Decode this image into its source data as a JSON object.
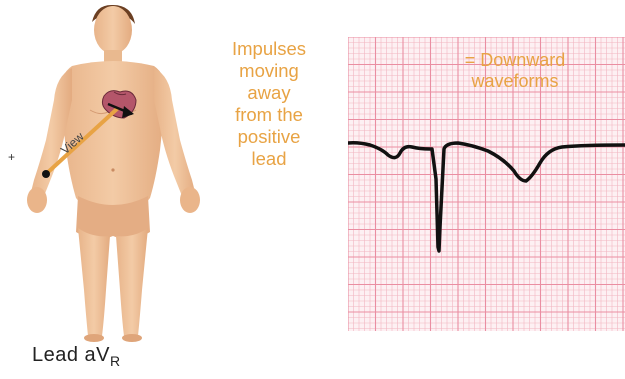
{
  "figure": {
    "arrow_label": "View",
    "positive_marker": "+",
    "lead_label_main": "Lead aV",
    "lead_label_sub": "R",
    "arrow_color": "#e8a344",
    "skin_color": "#efc29a"
  },
  "impulse_text": [
    "Impulses",
    "moving",
    "away",
    "from the",
    "positive",
    "lead"
  ],
  "ecg": {
    "note_lines": [
      "= Downward",
      "waveforms"
    ],
    "grid_minor_color": "#f2b5c2",
    "grid_major_color": "#ea8ea2",
    "background": "#fdf0f3",
    "trace_color": "#111111"
  }
}
